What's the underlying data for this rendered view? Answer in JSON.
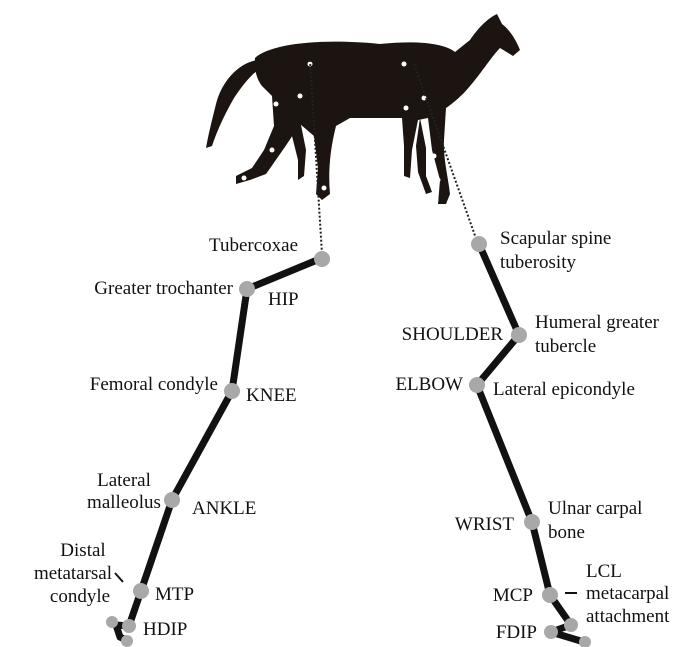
{
  "hind_limb": {
    "tubercoxae": "Tubercoxae",
    "greater_trochanter": "Greater trochanter",
    "hip": "HIP",
    "femoral_condyle": "Femoral condyle",
    "knee": "KNEE",
    "lateral_malleolus_1": "Lateral",
    "lateral_malleolus_2": "malleolus",
    "ankle": "ANKLE",
    "distal_metatarsal_1": "Distal",
    "distal_metatarsal_2": "metatarsal",
    "distal_metatarsal_3": "condyle",
    "mtp": "MTP",
    "hdip": "HDIP"
  },
  "fore_limb": {
    "scapular_1": "Scapular spine",
    "scapular_2": "tuberosity",
    "shoulder": "SHOULDER",
    "humeral_1": "Humeral greater",
    "humeral_2": "tubercle",
    "elbow": "ELBOW",
    "lateral_epicondyle": "Lateral epicondyle",
    "wrist": "WRIST",
    "ulnar_1": "Ulnar carpal",
    "ulnar_2": "bone",
    "mcp": "MCP",
    "lcl_1": "LCL",
    "lcl_2": "metacarpal",
    "lcl_3": "attachment",
    "fdip": "FDIP"
  }
}
